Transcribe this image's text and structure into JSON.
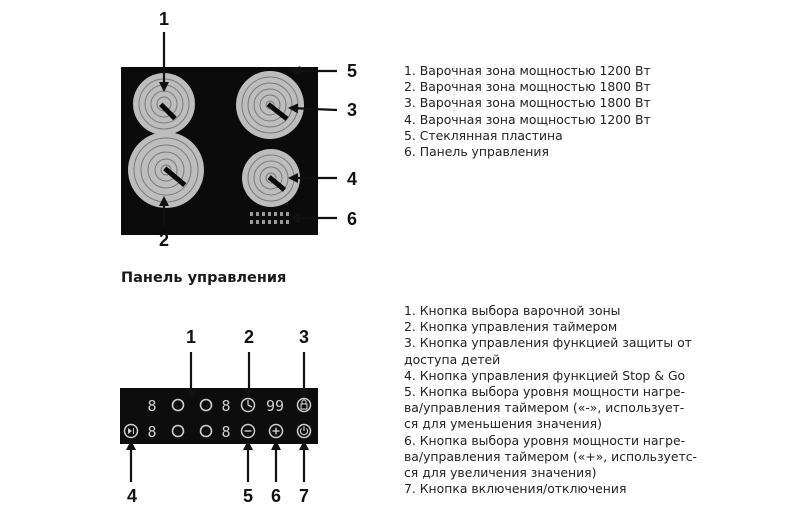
{
  "callouts_top": [
    "1",
    "2",
    "3",
    "4",
    "5",
    "6"
  ],
  "callouts_bottom": [
    "1",
    "2",
    "3",
    "4",
    "5",
    "6",
    "7"
  ],
  "panel_title": "Панель управления",
  "hob_items": [
    "1. Варочная зона мощностью 1200 Вт",
    "2. Варочная зона мощностью 1800 Вт",
    "3. Варочная зона мощностью 1800 Вт",
    "4. Варочная зона мощностью 1200 Вт",
    "5. Стеклянная пластина",
    "6. Панель управления"
  ],
  "panel_items": [
    "1. Кнопка выбора варочной зоны",
    "2. Кнопка управления таймером",
    "3. Кнопка управления функцией защиты от",
    "доступа детей",
    "4. Кнопка управления функцией Stop & Go",
    "5. Кнопка выбора уровня мощности нагре-",
    "ва/управления таймером («-», использует-",
    "ся для уменьшения значения)",
    "6. Кнопка выбора уровня мощности нагре-",
    "ва/управления таймером («+», используетс-",
    "ся для увеличения значения)",
    "7. Кнопка включения/отключения"
  ],
  "display": {
    "zone_digit": "8",
    "timer": "99"
  },
  "colors": {
    "glass": "#0b0b0b",
    "panel": "#0d0d0d",
    "burner": "#bdbdbd",
    "text": "#222222"
  }
}
